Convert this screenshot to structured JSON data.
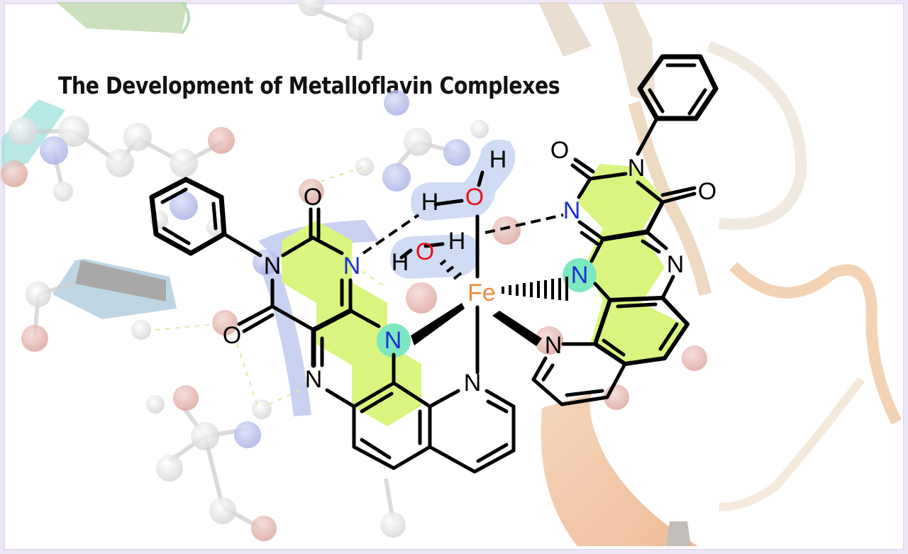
{
  "figure": {
    "title": "The Development of Metalloflavin Complexes",
    "colors": {
      "border": "#ece6f7",
      "background": "#ffffff",
      "flavin_fill": "#d9f57f",
      "coordinating_n_highlight": "#7de8c0",
      "water_highlight": "#c9d6f3",
      "oxygen": "#e8141c",
      "nitrogen": "#1a2fd0",
      "iron": "#f08a3c",
      "bond": "#000000"
    },
    "structure": {
      "metal_center": "Fe",
      "ligands": {
        "water_axial": {
          "atoms": [
            "H",
            "O",
            "H"
          ]
        },
        "hydroxo": {
          "atoms": [
            "H",
            "O",
            "H"
          ]
        },
        "flavin_left": {
          "substituent": "phenyl",
          "atoms": [
            "N",
            "N",
            "N",
            "N",
            "N",
            "O",
            "O"
          ]
        },
        "flavin_right": {
          "substituent": "phenyl",
          "atoms": [
            "N",
            "N",
            "N",
            "N",
            "N",
            "O",
            "O"
          ]
        }
      },
      "labels": {
        "fe": "Fe",
        "o": "O",
        "h": "H",
        "n": "N"
      }
    },
    "background_elements": [
      "protein-ribbon-green",
      "protein-ribbon-cyan",
      "protein-ribbon-blue",
      "protein-ribbon-orange",
      "protein-ribbon-tan",
      "ball-and-stick-residues",
      "hydrogen-bond-dashes"
    ]
  }
}
